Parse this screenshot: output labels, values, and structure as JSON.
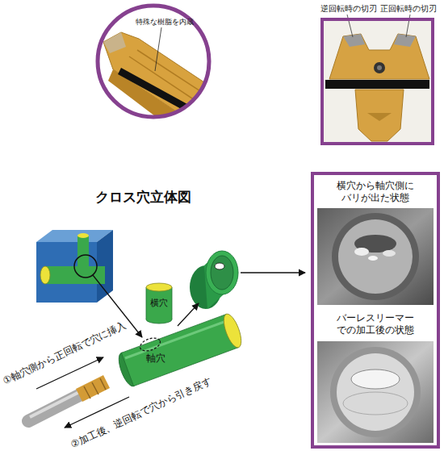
{
  "diagram": {
    "title": "クロス穴立体図",
    "nodes": [
      {
        "text": [
          "特殊な樹脂を内蔵"
        ]
      },
      {
        "text": [
          "逆回転時の切刃",
          "正回転時の切刃"
        ]
      },
      {
        "text": [
          "横穴から軸穴側にバリが出た状態",
          "バーレスリーマーでの加工後の状態"
        ]
      },
      {
        "text": [
          "横穴"
        ]
      },
      {
        "text": [
          "軸穴"
        ]
      }
    ],
    "labels": [
      "①軸穴側から正回転で穴に挿入",
      "②加工後、逆回転で穴から引き戻す"
    ]
  }
}
